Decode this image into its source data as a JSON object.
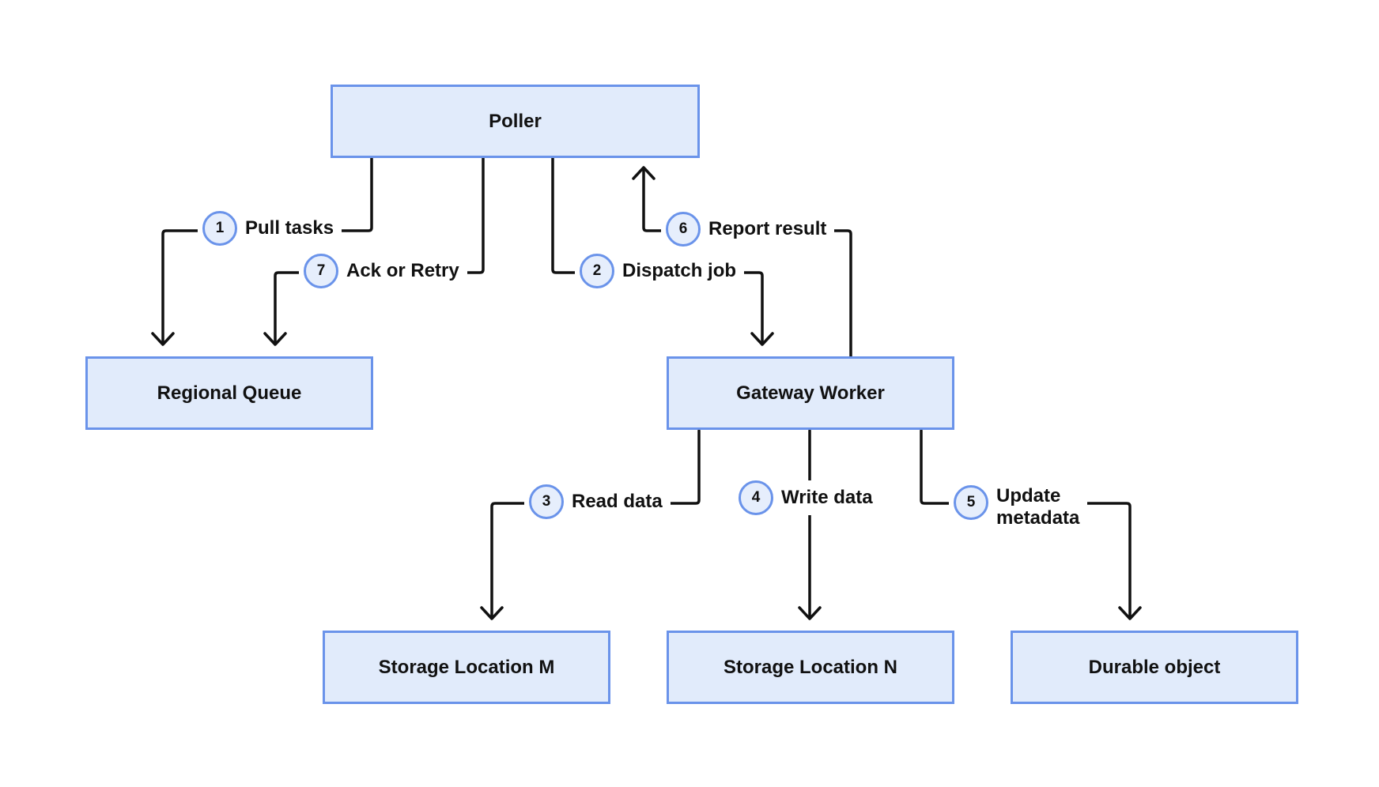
{
  "nodes": {
    "poller": "Poller",
    "regional_queue": "Regional Queue",
    "gateway_worker": "Gateway Worker",
    "storage_m": "Storage Location M",
    "storage_n": "Storage Location N",
    "durable_object": "Durable object"
  },
  "steps": [
    {
      "num": "1",
      "label": "Pull tasks"
    },
    {
      "num": "2",
      "label": "Dispatch job"
    },
    {
      "num": "3",
      "label": "Read data"
    },
    {
      "num": "4",
      "label": "Write data"
    },
    {
      "num": "5",
      "label": "Update\nmetadata"
    },
    {
      "num": "6",
      "label": "Report result"
    },
    {
      "num": "7",
      "label": "Ack or Retry"
    }
  ],
  "colors": {
    "box_fill": "#e1ebfb",
    "box_border": "#6a93ea",
    "line": "#111111"
  }
}
